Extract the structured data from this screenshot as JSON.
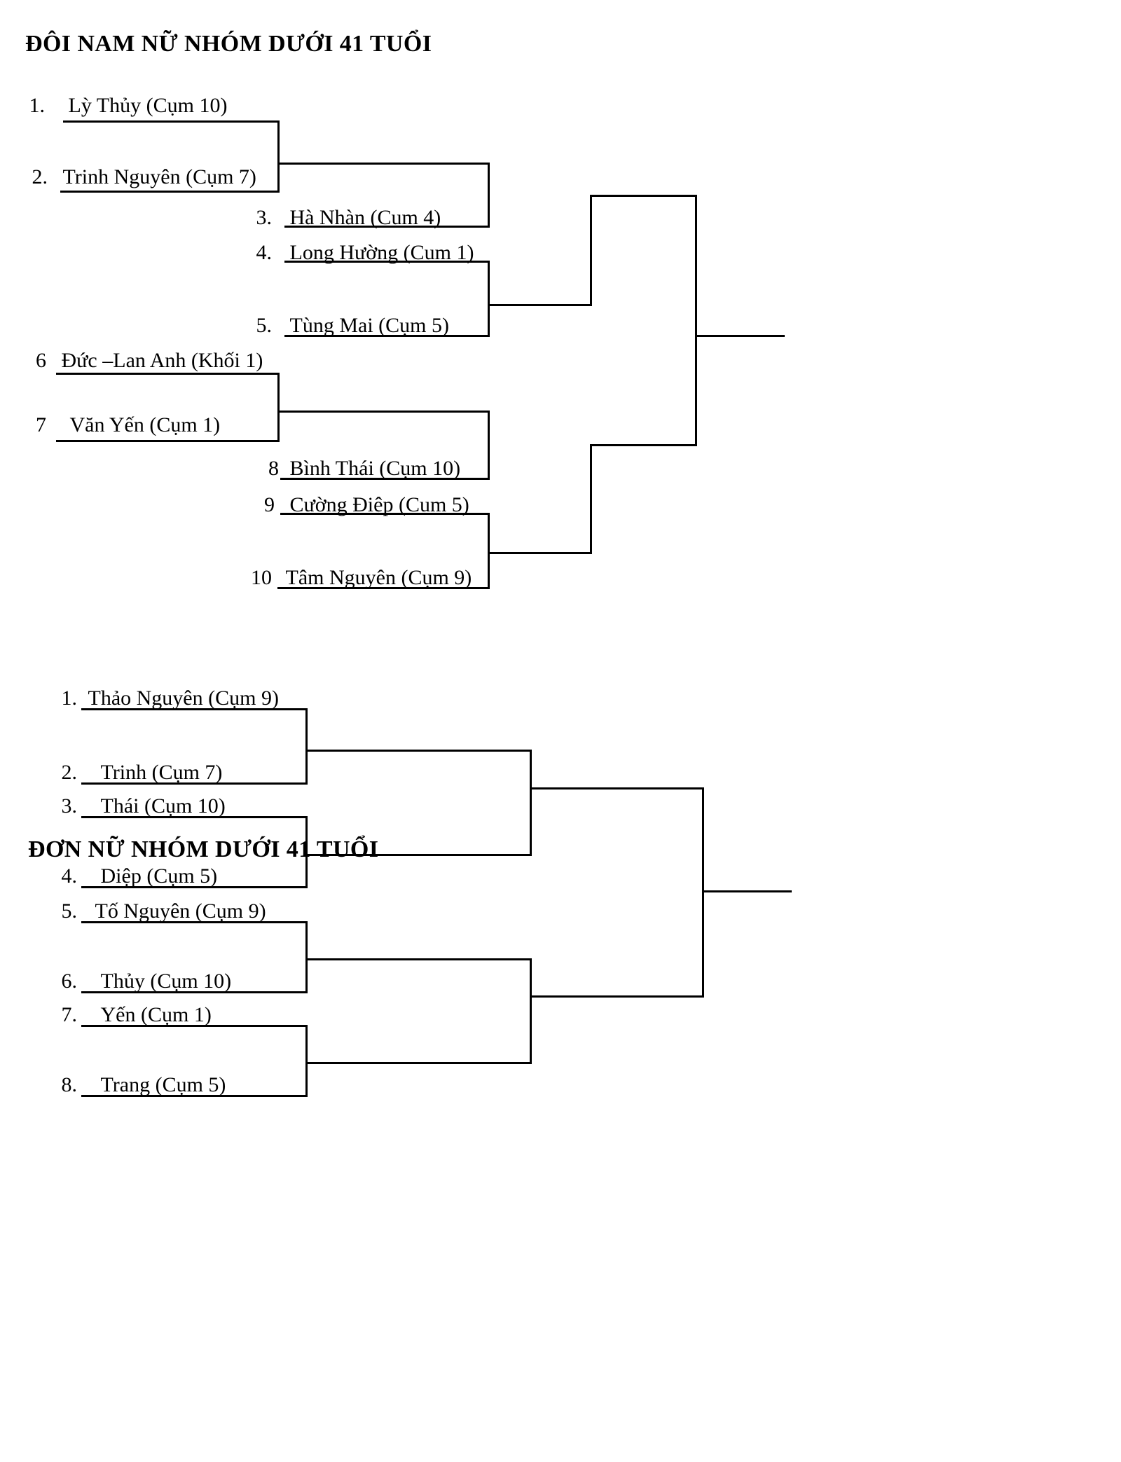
{
  "document": {
    "type": "tournament-bracket-sheet",
    "line_color": "#000000",
    "background": "#ffffff"
  },
  "sections": [
    {
      "id": "doi-nam-nu",
      "title": "ĐÔI NAM NỮ NHÓM DƯỚI 41 TUỔI",
      "entries": [
        {
          "num": "1.",
          "name": "Lỳ Thủy (Cụm 10)"
        },
        {
          "num": "2.",
          "name": "Trinh Nguyên (Cụm 7)"
        },
        {
          "num": "3.",
          "name": "Hà Nhàn (Cụm 4)"
        },
        {
          "num": "4.",
          "name": "Long Hường (Cụm 1)"
        },
        {
          "num": "5.",
          "name": "Tùng Mai (Cụm 5)"
        },
        {
          "num": "6",
          "name": "Đức –Lan Anh (Khối 1)"
        },
        {
          "num": "7",
          "name": "Văn Yến (Cụm 1)"
        },
        {
          "num": "8",
          "name": "Bình Thái (Cụm 10)"
        },
        {
          "num": "9",
          "name": "Cường Điệp (Cụm 5)"
        },
        {
          "num": "10",
          "name": "Tâm Nguyên (Cụm 9)"
        }
      ]
    },
    {
      "id": "don-nu",
      "title": "ĐƠN NỮ NHÓM DƯỚI 41 TUỔI",
      "entries": [
        {
          "num": "1.",
          "name": "Thảo Nguyên (Cụm 9)"
        },
        {
          "num": "2.",
          "name": "Trinh (Cụm 7)"
        },
        {
          "num": "3.",
          "name": "Thái (Cụm 10)"
        },
        {
          "num": "4.",
          "name": "Diệp (Cụm 5)"
        },
        {
          "num": "5.",
          "name": "Tố Nguyên (Cụm 9)"
        },
        {
          "num": "6.",
          "name": "Thủy (Cụm 10)"
        },
        {
          "num": "7.",
          "name": "Yến (Cụm 1)"
        },
        {
          "num": "8.",
          "name": "Trang (Cụm 5)"
        }
      ]
    }
  ]
}
